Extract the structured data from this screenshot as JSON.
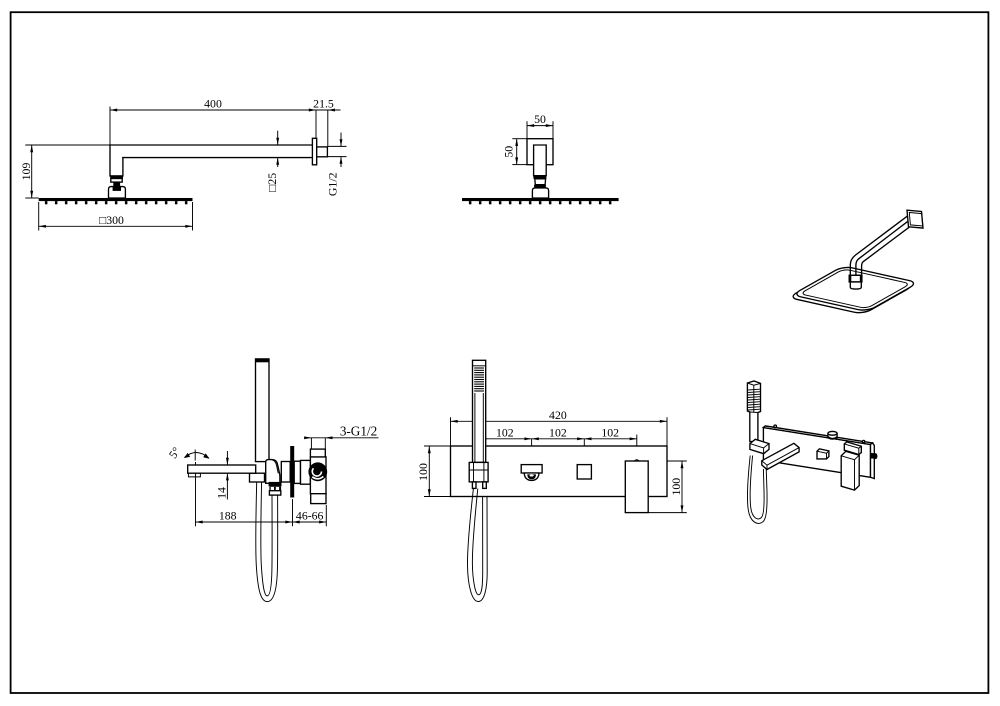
{
  "page": {
    "background": "#ffffff",
    "line_color": "#000000",
    "content": "technical drawing of shower set: wall-mounted square rain shower head with arm (top) and wall-mounted bath mixer panel with hand shower (bottom)"
  },
  "views": {
    "arm_side": {
      "dims": {
        "arm_length": "400",
        "wall_stub": "21.5",
        "drop_height": "109",
        "arm_section": "□25",
        "thread": "G1/2",
        "head_size": "□300"
      }
    },
    "arm_front": {
      "dims": {
        "flange_width": "50",
        "flange_height": "50"
      }
    },
    "mixer_side": {
      "dims": {
        "swivel_angle": "5°",
        "spout_thickness": "14",
        "spout_reach": "188",
        "wall_depth_range": "46-66",
        "connections": "3-G1/2"
      }
    },
    "mixer_front": {
      "dims": {
        "plate_width": "420",
        "pitch_1": "102",
        "pitch_2": "102",
        "pitch_3": "102",
        "plate_height": "100",
        "spout_height": "100"
      }
    }
  }
}
